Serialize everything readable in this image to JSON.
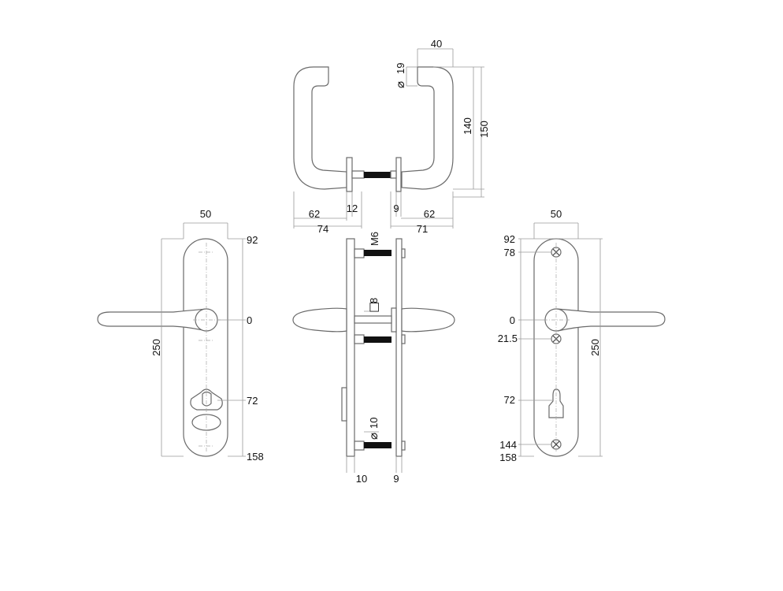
{
  "top_view": {
    "lever_length_left": "62",
    "overall_left": "74",
    "rose_thickness_left": "12",
    "rose_thickness_right": "9",
    "lever_length_right": "62",
    "overall_right": "71",
    "grip_diameter": "19",
    "width": "40",
    "height_inner": "140",
    "height_outer": "150"
  },
  "left_plate": {
    "width": "50",
    "length": "250",
    "pos_top": "92",
    "pos_spindle": "0",
    "pos_cylinder": "72",
    "pos_bottom": "158"
  },
  "side_view": {
    "bolt_thread": "M6",
    "spindle_square": "8",
    "bolt_diameter": "10",
    "plate_thickness_left": "10",
    "plate_thickness_right": "9"
  },
  "right_plate": {
    "width": "50",
    "length": "250",
    "pos_top": "92",
    "pos_screw_top": "78",
    "pos_spindle": "0",
    "pos_screw_mid": "21.5",
    "pos_cylinder": "72",
    "pos_screw_bottom": "144",
    "pos_bottom": "158"
  },
  "symbols": {
    "diameter": "⌀",
    "square": "□"
  }
}
